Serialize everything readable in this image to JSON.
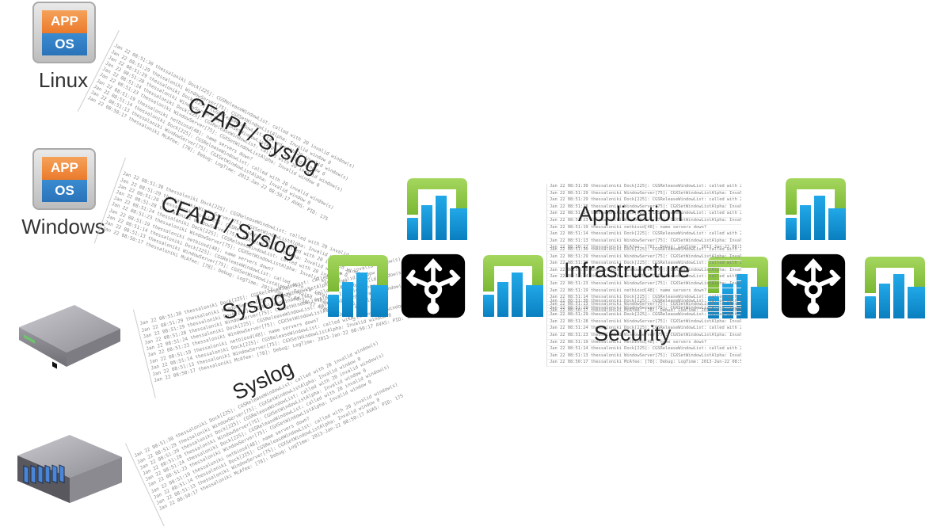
{
  "sources": [
    {
      "name": "Linux",
      "icon": "app-os-icon",
      "app_text": "APP",
      "os_text": "OS"
    },
    {
      "name": "Windows",
      "icon": "app-os-icon",
      "app_text": "APP",
      "os_text": "OS"
    },
    {
      "name": "",
      "icon": "network-appliance-icon"
    },
    {
      "name": "",
      "icon": "rack-server-icon"
    }
  ],
  "streams": [
    {
      "label": "CFAPI / Syslog"
    },
    {
      "label": "CFAPI / Syslog"
    },
    {
      "label": "Syslog"
    },
    {
      "label": "Syslog"
    }
  ],
  "log_lines": [
    "Jan 22 08:51:30 thessaloniki Dock[225]: CGSReleaseWindowList: called with 20 invalid window(s)",
    "Jan 22 08:51:29 thessaloniki WindowServer[75]: CGXSetWindowListAlpha: Invalid window 0",
    "Jan 22 08:51:29 thessaloniki Dock[225]: CGSReleaseWindowList: called with 20 invalid window(s)",
    "Jan 22 08:51:28 thessaloniki WindowServer[75]: CGXSetWindowListAlpha: Invalid window 0",
    "Jan 22 08:51:24 thessaloniki Dock[225]: CGSReleaseWindowList: called with 20 invalid window(s)",
    "Jan 22 08:51:23 thessaloniki WindowServer[75]: CGXSetWindowListAlpha: Invalid window 0",
    "Jan 22 08:51:19 thessaloniki netbiosd[48]: name servers down?",
    "Jan 22 08:51:14 thessaloniki Dock[225]: CGSReleaseWindowList: called with 20 invalid window(s)",
    "Jan 22 08:51:13 thessaloniki WindowServer[75]: CGXSetWindowListAlpha: Invalid window 0",
    "Jan 22 08:50:17 thessaloniki McAfee: [78]: Debug: LogTime: 2013-Jan-22 08:50:17 AVAS: PID: 175"
  ],
  "categories": [
    {
      "label": "Application"
    },
    {
      "label": "Infrastructure"
    },
    {
      "label": "Security"
    }
  ],
  "colors": {
    "analytics_green": "#8cc63f",
    "analytics_blue": "#1a9ad6",
    "router_bg": "#000000",
    "app_orange": "#eb7a2b",
    "os_blue": "#2a73b9"
  }
}
